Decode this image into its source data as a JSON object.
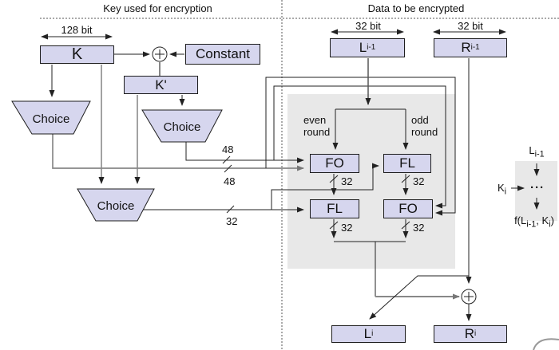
{
  "colors": {
    "box_fill": "#d6d6ee",
    "box_border": "#1d1d1d",
    "panel_gray": "#e8e8e8",
    "line": "#222222",
    "line_gray": "#888888"
  },
  "sections": {
    "key_title": "Key used for encryption",
    "data_title": "Data to be encrypted"
  },
  "key_schedule": {
    "width_label": "128 bit",
    "k": "K",
    "constant": "Constant",
    "k_prime": "K'",
    "choice_top": "Choice",
    "choice_mid": "Choice",
    "choice_bottom": "Choice",
    "bus_48_upper": "48",
    "bus_48_lower": "48",
    "bus_32": "32"
  },
  "data_path": {
    "l_in_width": "32 bit",
    "r_in_width": "32 bit",
    "l_in": {
      "base": "L",
      "sub": "i-1"
    },
    "r_in": {
      "base": "R",
      "sub": "i-1"
    },
    "even_round": {
      "line1": "even",
      "line2": "round"
    },
    "odd_round": {
      "line1": "odd",
      "line2": "round"
    },
    "fo_even": "FO",
    "fl_odd": "FL",
    "fl_even": "FL",
    "fo_odd": "FO",
    "bus_fo_even": "32",
    "bus_fl_odd": "32",
    "bus_fl_even": "32",
    "bus_fo_odd": "32",
    "l_out": {
      "base": "L",
      "sub": "i"
    },
    "r_out": {
      "base": "R",
      "sub": "i"
    }
  },
  "f_function_detail": {
    "input": {
      "base": "L",
      "sub": "i-1"
    },
    "key": {
      "base": "K",
      "sub": "i"
    },
    "dots": "···",
    "output": {
      "p1": "f(L",
      "s1": "i-1",
      "p2": ", K",
      "s2": "i",
      "p3": ")"
    }
  },
  "icons": {
    "xor_key": "xor-circle-plus",
    "xor_data": "xor-circle-plus",
    "corner_swoosh": "decorative-arc"
  }
}
